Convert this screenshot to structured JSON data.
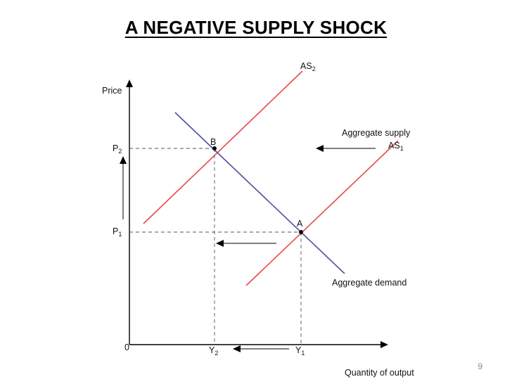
{
  "slide": {
    "title": "A NEGATIVE SUPPLY SHOCK",
    "page_number": "9"
  },
  "diagram": {
    "y_axis_label": "Price",
    "x_axis_label": "Quantity of output",
    "origin_label": "0",
    "p1": {
      "main": "P",
      "sub": "1"
    },
    "p2": {
      "main": "P",
      "sub": "2"
    },
    "y1": {
      "main": "Y",
      "sub": "1"
    },
    "y2": {
      "main": "Y",
      "sub": "2"
    },
    "as1": {
      "main": "AS",
      "sub": "1"
    },
    "as2": {
      "main": "AS",
      "sub": "2"
    },
    "aggregate_supply_label": "Aggregate supply",
    "aggregate_demand_label": "Aggregate demand",
    "point_a": "A",
    "point_b": "B",
    "colors": {
      "supply": "#e8474c",
      "demand": "#4a4e9b",
      "axis": "#000000",
      "guide": "#555555"
    }
  }
}
